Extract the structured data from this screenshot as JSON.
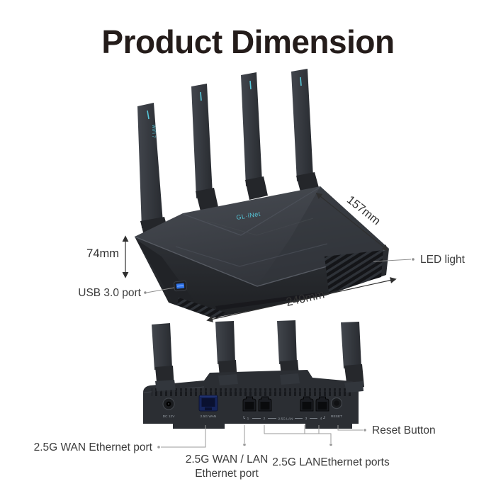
{
  "title": "Product Dimension",
  "branding": {
    "logo_text": "GL·iNet",
    "antenna_text": "WiFi 7"
  },
  "dimensions": {
    "depth": "157mm",
    "height": "74mm",
    "width": "240mm"
  },
  "callouts": {
    "led": "LED light",
    "usb": "USB 3.0 port",
    "wan": "2.5G WAN Ethernet port",
    "wan_lan": {
      "line1": "2.5G WAN / LAN",
      "line2": "Ethernet port"
    },
    "lan": "2.5G LANEthernet ports",
    "reset": "Reset Button"
  },
  "rear_panel": {
    "dc_label": "DC 12V",
    "wan_label": "2.5G WAN",
    "lan_group_label": "2.5G LAN",
    "port_numbers": [
      "1",
      "2",
      "3",
      "4"
    ],
    "reset_label": "RESET"
  },
  "colors": {
    "accent_cyan": "#56c8da",
    "usb_blue": "#2e72e8",
    "wan_port_blue": "#16255c",
    "body_dark": "#34383e",
    "label_text": "#3c3c3c"
  }
}
